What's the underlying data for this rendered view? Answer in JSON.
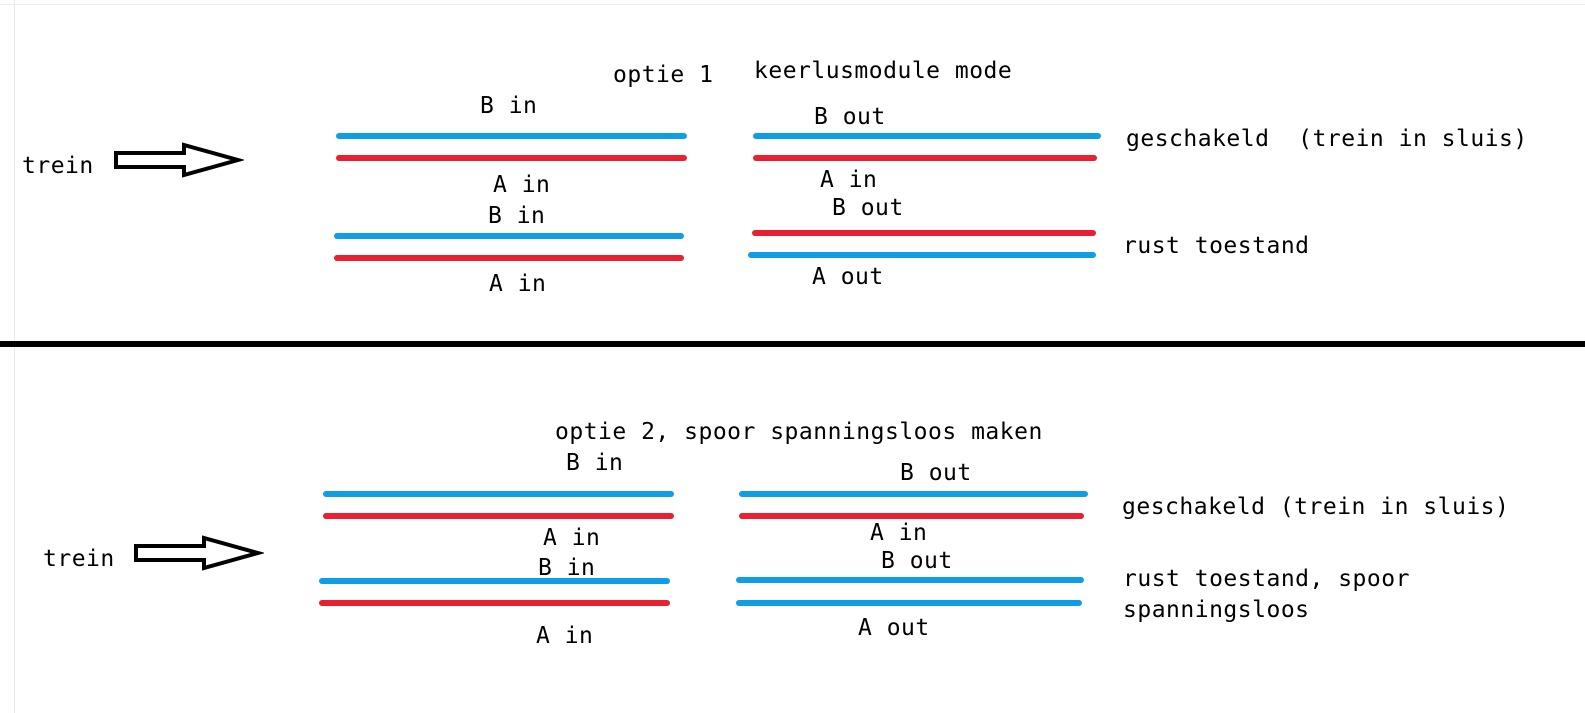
{
  "colors": {
    "blue": "#0f9ee6",
    "red": "#e8202f",
    "divider": "#000000"
  },
  "option1": {
    "title": "optie 1",
    "mode": "keerlusmodule mode",
    "train": "trein",
    "left_top_b": "B in",
    "left_top_a": "A in",
    "left_bottom_b": "B in",
    "left_bottom_a": "A in",
    "right_top_b": "B out",
    "right_top_a": "A in",
    "right_bottom_b": "B out",
    "right_bottom_a": "A out",
    "state_switched": "geschakeld  (trein in sluis)",
    "state_rest": "rust toestand"
  },
  "option2": {
    "title": "optie 2, spoor spanningsloos maken",
    "train": "trein",
    "left_top_b": "B in",
    "left_top_a": "A in",
    "left_bottom_b": "B in",
    "left_bottom_a": "A in",
    "right_top_b": "B out",
    "right_top_a": "A in",
    "right_bottom_b": "B out",
    "right_bottom_a": "A out",
    "state_switched": "geschakeld (trein in sluis)",
    "state_rest_line1": "rust toestand, spoor",
    "state_rest_line2": "spanningsloos"
  }
}
